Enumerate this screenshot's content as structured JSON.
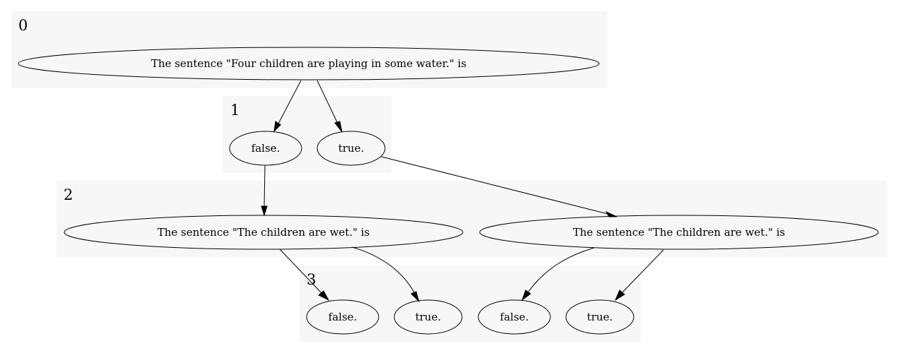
{
  "clusters": [
    {
      "id": "0",
      "label": "0"
    },
    {
      "id": "1",
      "label": "1"
    },
    {
      "id": "2",
      "label": "2"
    },
    {
      "id": "3",
      "label": "3"
    }
  ],
  "nodes": [
    {
      "id": "root",
      "label": "The sentence \"Four children are playing in some water.\" is"
    },
    {
      "id": "l1_false",
      "label": "false."
    },
    {
      "id": "l1_true",
      "label": "true."
    },
    {
      "id": "l2_left",
      "label": "The sentence \"The children are wet.\" is"
    },
    {
      "id": "l2_right",
      "label": "The sentence \"The children are wet.\" is"
    },
    {
      "id": "l3_false_a",
      "label": "false."
    },
    {
      "id": "l3_true_a",
      "label": "true."
    },
    {
      "id": "l3_false_b",
      "label": "false."
    },
    {
      "id": "l3_true_b",
      "label": "true."
    }
  ],
  "edges": [
    {
      "from": "root",
      "to": "l1_false"
    },
    {
      "from": "root",
      "to": "l1_true"
    },
    {
      "from": "l1_false",
      "to": "l2_left"
    },
    {
      "from": "l1_true",
      "to": "l2_right"
    },
    {
      "from": "l2_left",
      "to": "l3_false_a"
    },
    {
      "from": "l2_left",
      "to": "l3_true_a"
    },
    {
      "from": "l2_right",
      "to": "l3_false_b"
    },
    {
      "from": "l2_right",
      "to": "l3_true_b"
    }
  ]
}
